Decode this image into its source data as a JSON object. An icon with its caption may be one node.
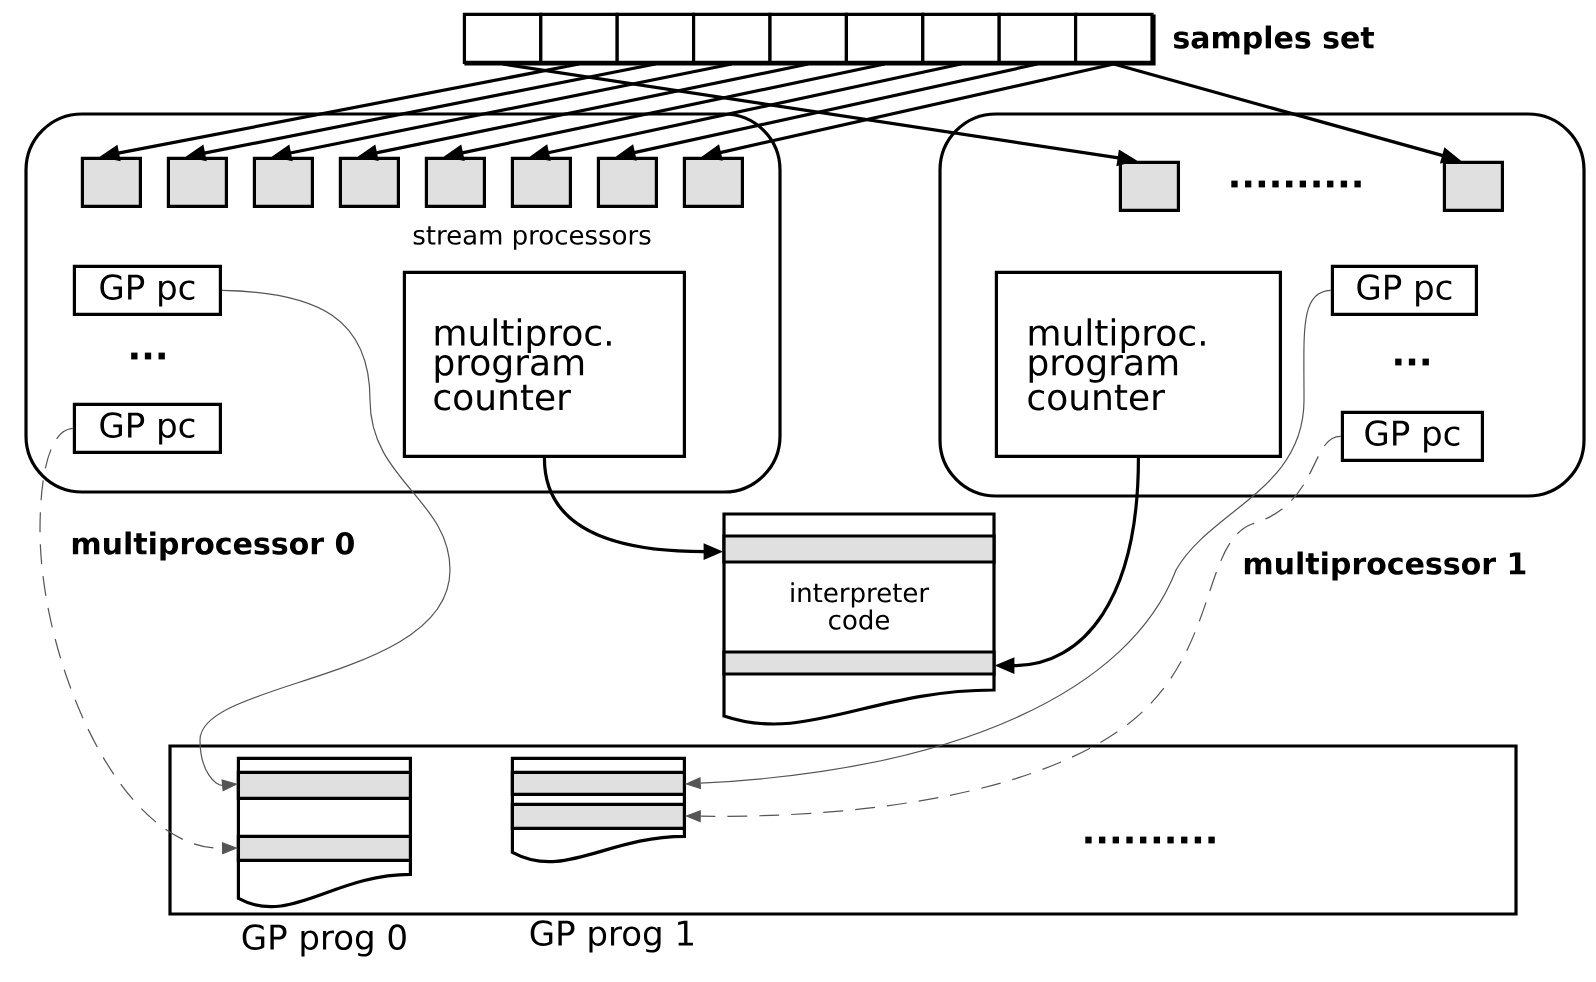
{
  "diagram": {
    "nodes": [
      {
        "text": [
          "samples set"
        ]
      },
      {
        "text": [],
        "shape": "box",
        "in": 0
      },
      {
        "text": [],
        "shape": "box",
        "in": 0
      },
      {
        "text": [],
        "shape": "box",
        "in": 0
      },
      {
        "text": [],
        "shape": "box",
        "in": 0
      },
      {
        "text": [],
        "shape": "box",
        "in": 0
      },
      {
        "text": [],
        "shape": "box",
        "in": 0
      },
      {
        "text": [],
        "shape": "box",
        "in": 0
      },
      {
        "text": [],
        "shape": "box",
        "in": 0
      },
      {
        "text": [],
        "shape": "box",
        "in": 0
      },
      {
        "text": [
          "multiprocessor 0"
        ]
      },
      {
        "text": [],
        "shape": "box",
        "in": 10
      },
      {
        "text": [],
        "shape": "box",
        "in": 10
      },
      {
        "text": [],
        "shape": "box",
        "in": 10
      },
      {
        "text": [],
        "shape": "box",
        "in": 10
      },
      {
        "text": [],
        "shape": "box",
        "in": 10
      },
      {
        "text": [],
        "shape": "box",
        "in": 10
      },
      {
        "text": [],
        "shape": "box",
        "in": 10
      },
      {
        "text": [],
        "shape": "box",
        "in": 10
      },
      {
        "text": [
          "GP pc"
        ],
        "in": 10
      },
      {
        "text": [
          "GP pc"
        ],
        "in": 10
      },
      {
        "text": [
          "multiproc. program counter"
        ],
        "in": 10
      },
      {
        "text": [
          "multiprocessor 1"
        ]
      },
      {
        "text": [],
        "shape": "box",
        "in": 22
      },
      {
        "text": [],
        "shape": "box",
        "in": 22
      },
      {
        "text": [
          "multiproc. program counter"
        ],
        "in": 22
      },
      {
        "text": [
          "GP pc"
        ],
        "in": 22
      },
      {
        "text": [
          "GP pc"
        ],
        "in": 22
      },
      {
        "text": [
          "interpreter code"
        ]
      },
      {
        "text": [],
        "shape": "box"
      },
      {
        "text": [
          "GP prog 0"
        ],
        "in": 29
      },
      {
        "text": [
          "GP prog 1"
        ],
        "in": 29
      }
    ],
    "edges": [
      {
        "from": 2,
        "to": 11,
        "arrow": "to"
      },
      {
        "from": 3,
        "to": 12,
        "arrow": "to"
      },
      {
        "from": 4,
        "to": 13,
        "arrow": "to"
      },
      {
        "from": 5,
        "to": 14,
        "arrow": "to"
      },
      {
        "from": 6,
        "to": 15,
        "arrow": "to"
      },
      {
        "from": 7,
        "to": 16,
        "arrow": "to"
      },
      {
        "from": 8,
        "to": 17,
        "arrow": "to"
      },
      {
        "from": 9,
        "to": 18,
        "arrow": "to"
      },
      {
        "from": 1,
        "to": 23,
        "arrow": "to"
      },
      {
        "from": 9,
        "to": 24,
        "arrow": "to"
      },
      {
        "from": 21,
        "to": 28,
        "arrow": "to"
      },
      {
        "from": 25,
        "to": 28,
        "arrow": "to"
      },
      {
        "from": 19,
        "to": 30,
        "arrow": "to",
        "color": "#555555"
      },
      {
        "from": 20,
        "to": 30,
        "arrow": "to",
        "style": "dashed",
        "color": "#555555"
      },
      {
        "from": 26,
        "to": 31,
        "arrow": "to",
        "color": "#555555"
      },
      {
        "from": 27,
        "to": 31,
        "arrow": "to",
        "style": "dashed",
        "color": "#555555"
      }
    ],
    "labels": [
      "stream processors",
      "...",
      "..........",
      "...",
      ".........."
    ]
  }
}
